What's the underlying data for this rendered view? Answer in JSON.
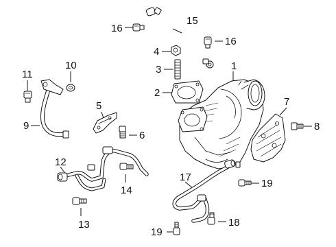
{
  "diagram": {
    "callouts": [
      {
        "id": "1",
        "label": "1"
      },
      {
        "id": "2",
        "label": "2"
      },
      {
        "id": "3",
        "label": "3"
      },
      {
        "id": "4",
        "label": "4"
      },
      {
        "id": "5",
        "label": "5"
      },
      {
        "id": "6",
        "label": "6"
      },
      {
        "id": "7",
        "label": "7"
      },
      {
        "id": "8",
        "label": "8"
      },
      {
        "id": "9",
        "label": "9"
      },
      {
        "id": "10",
        "label": "10"
      },
      {
        "id": "11",
        "label": "11"
      },
      {
        "id": "12",
        "label": "12"
      },
      {
        "id": "13",
        "label": "13"
      },
      {
        "id": "14",
        "label": "14"
      },
      {
        "id": "15",
        "label": "15"
      },
      {
        "id": "16a",
        "label": "16"
      },
      {
        "id": "16b",
        "label": "16"
      },
      {
        "id": "17",
        "label": "17"
      },
      {
        "id": "18",
        "label": "18"
      },
      {
        "id": "19a",
        "label": "19"
      },
      {
        "id": "19b",
        "label": "19"
      }
    ]
  }
}
